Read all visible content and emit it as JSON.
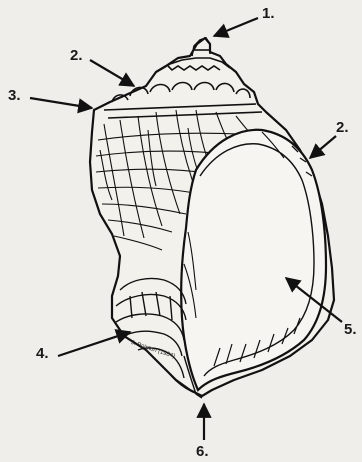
{
  "diagram": {
    "labels": {
      "l1": "1.",
      "l2a": "2.",
      "l2b": "2.",
      "l3": "3.",
      "l4": "4.",
      "l5": "5.",
      "l6": "6."
    },
    "signature": "J. Pointon (1984)"
  }
}
